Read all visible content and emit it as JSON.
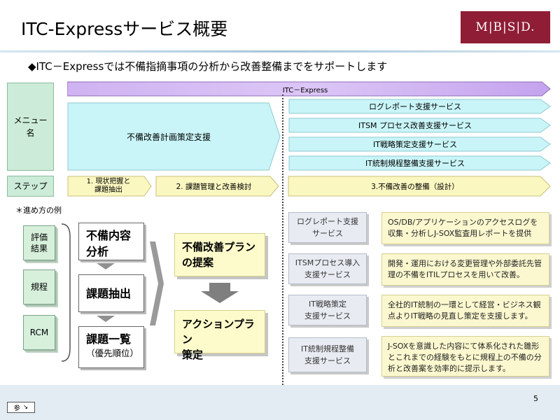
{
  "slide": {
    "title": "ITC-Expressサービス概要",
    "subtitle": "◆ITC－Expressでは不備指摘事項の分析から改善整備までをサポートします",
    "page_number": "5",
    "logo": "M|B|S|D.",
    "nav_label": "参"
  },
  "left_labels": {
    "menu": "メニュー\n名",
    "step": "ステップ"
  },
  "banner": {
    "itc_express": "ITC－Express"
  },
  "menu": {
    "plan_support": "不備改善計画策定支援",
    "services": [
      "ログレポート支援サービス",
      "ITSM プロセス改善支援サービス",
      "IT戦略策定支援サービス",
      "IT統制規程整備支援サービス"
    ]
  },
  "steps": [
    "1. 現状把握と\n課題抽出",
    "2. 課題管理と改善検討",
    "3.不備改善の整備（設計）"
  ],
  "example": {
    "label": "＊進め方の例",
    "documents": [
      "評価\n結果",
      "規程",
      "RCM"
    ],
    "process": [
      "不備内容\n分析",
      "課題抽出",
      "課題一覧"
    ],
    "process_note": "（優先順位）",
    "outputs": [
      "不備改善プラン\nの提案",
      "アクションプラン\n策定"
    ]
  },
  "services_detail": [
    {
      "name": "ログレポート支援\nサービス",
      "desc": "OS/DB/アプリケーションのアクセスログを収集・分析しJ-SOX監査用レポートを提供"
    },
    {
      "name": "ITSMプロセス導入\n支援サービス",
      "desc": "開発・運用における変更管理や外部委託先管理の不備をITILプロセスを用いて改善。"
    },
    {
      "name": "IT戦略策定\n支援サービス",
      "desc": "全社的IT統制の一環として経営・ビジネス観点よりIT戦略の見直し策定を支援します。"
    },
    {
      "name": "IT統制規程整備\n支援サービス",
      "desc": "J-SOXを意識した内容にて体系化された雛形とこれまでの経験をもとに規程上の不備の分析と改善案を効率的に提示します。"
    }
  ],
  "colors": {
    "logo": "#8f1d36",
    "banner": "#c9a7f0",
    "menu_cyan": "#c9f5f8",
    "step_yellow": "#fbf7c0",
    "left_green": "#ccebd8"
  }
}
